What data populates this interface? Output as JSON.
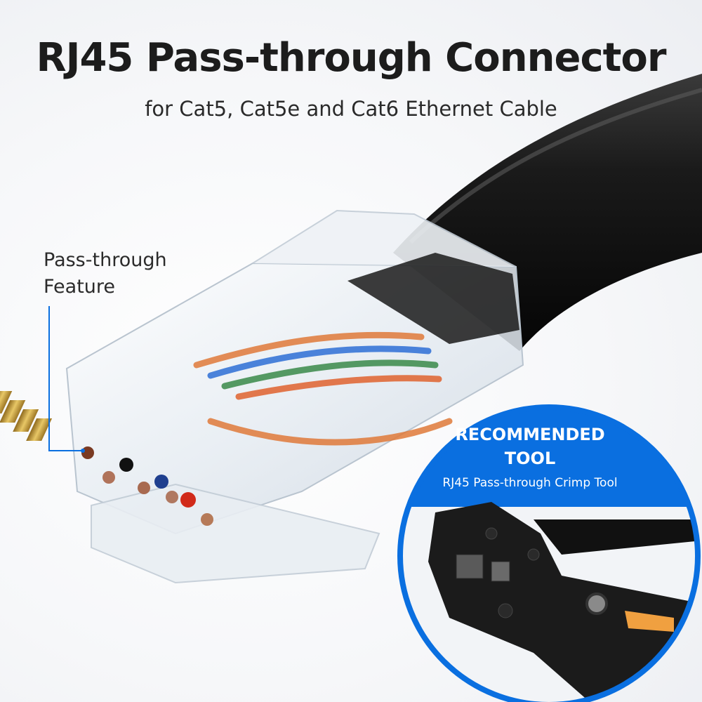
{
  "header": {
    "title": "RJ45 Pass-through Connector",
    "subtitle": "for Cat5, Cat5e and Cat6 Ethernet Cable"
  },
  "callout": {
    "line1": "Pass-through",
    "line2": "Feature"
  },
  "tool_badge": {
    "title_line1": "RECOMMENDED",
    "title_line2": "TOOL",
    "subtitle": "RJ45 Pass-through Crimp Tool"
  },
  "colors": {
    "accent_blue": "#0a6fe0",
    "cable_black": "#141414",
    "gold_contacts": "#c9a23c"
  }
}
